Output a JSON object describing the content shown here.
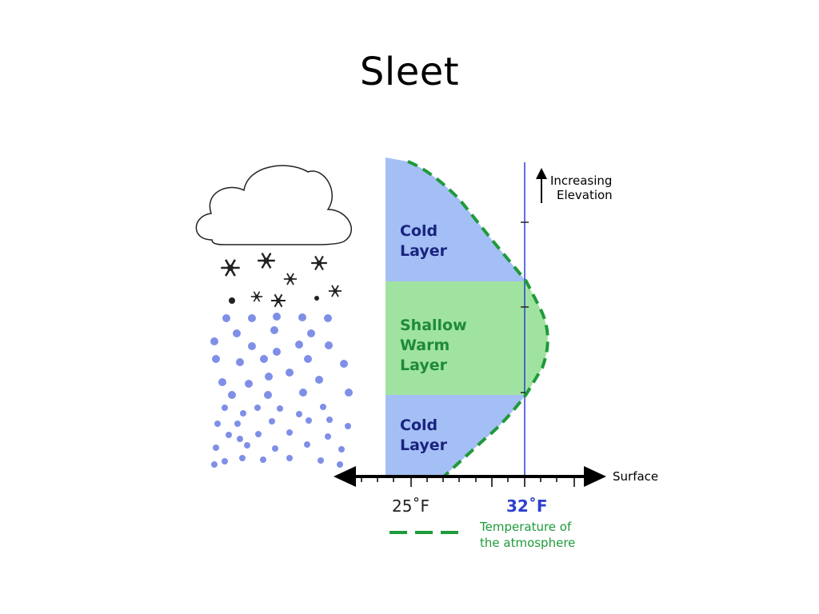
{
  "title": "Sleet",
  "layers": {
    "upper_cold": [
      "Cold",
      "Layer"
    ],
    "warm": [
      "Shallow",
      "Warm",
      "Layer"
    ],
    "lower_cold": [
      "Cold",
      "Layer"
    ]
  },
  "elevation_label": [
    "Increasing",
    "Elevation"
  ],
  "surface_label": "Surface",
  "ticks": {
    "left": "25˚F",
    "right": "32˚F"
  },
  "legend": [
    "Temperature of",
    "the atmosphere"
  ],
  "colors": {
    "cold": "#a4bff5",
    "warm": "#a0e3a0",
    "cold_text": "#1a237e",
    "warm_text": "#1e8a3a",
    "temp_line": "#1e9a3a",
    "freezing_line": "#2f3fd0",
    "sleet": "#7f8fe8"
  },
  "icons": [
    "cloud-icon",
    "snowflake-icon",
    "sleet-pellet-icon",
    "arrow-up-icon",
    "double-arrow-icon"
  ]
}
